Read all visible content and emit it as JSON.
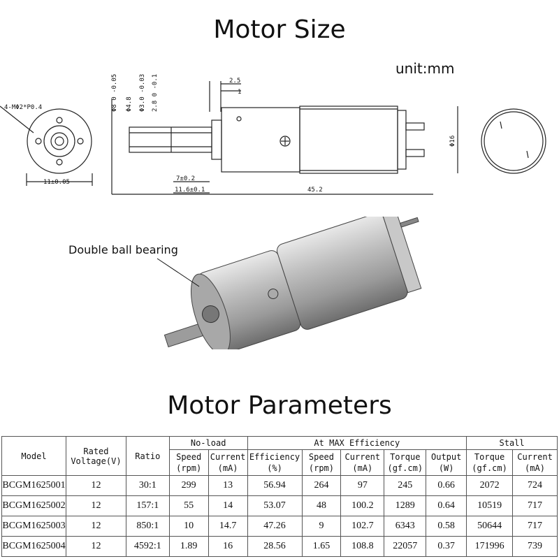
{
  "titles": {
    "size": "Motor Size",
    "params": "Motor Parameters",
    "unit": "unit:mm"
  },
  "drawing": {
    "end_label": "4-MΦ2*P0.4",
    "end_width": "11±0.05",
    "dia_8": "Φ8 0 -0.05",
    "dia_4_8": "Φ4.8",
    "dia_3": "Φ3.0 -0.03",
    "dia_2_8": "2.8 0 -0.1",
    "dim_2_5": "2.5",
    "dim_1": "1",
    "dim_7": "7±0.2",
    "dim_11_6": "11.6±0.1",
    "dim_45_2": "45.2",
    "dia_16": "Φ16"
  },
  "photo": {
    "bearing_label": "Double ball bearing"
  },
  "table": {
    "headers": {
      "model": "Model",
      "rated_voltage_1": "Rated",
      "rated_voltage_2": "Voltage(V)",
      "ratio": "Ratio",
      "no_load": "No-load",
      "max_eff": "At MAX Efficiency",
      "stall": "Stall",
      "nl_speed": "Speed",
      "nl_speed_u": "(rpm)",
      "nl_current": "Current",
      "nl_current_u": "(mA)",
      "me_eff": "Efficiency",
      "me_eff_u": "(%)",
      "me_speed": "Speed",
      "me_speed_u": "(rpm)",
      "me_current": "Current",
      "me_current_u": "(mA)",
      "me_torque": "Torque",
      "me_torque_u": "(gf.cm)",
      "me_output": "Output",
      "me_output_u": "(W)",
      "st_torque": "Torque",
      "st_torque_u": "(gf.cm)",
      "st_current": "Current",
      "st_current_u": "(mA)"
    },
    "rows": [
      [
        "BCGM1625001",
        "12",
        "30:1",
        "299",
        "13",
        "56.94",
        "264",
        "97",
        "245",
        "0.66",
        "2072",
        "724"
      ],
      [
        "BCGM1625002",
        "12",
        "157:1",
        "55",
        "14",
        "53.07",
        "48",
        "100.2",
        "1289",
        "0.64",
        "10519",
        "717"
      ],
      [
        "BCGM1625003",
        "12",
        "850:1",
        "10",
        "14.7",
        "47.26",
        "9",
        "102.7",
        "6343",
        "0.58",
        "50644",
        "717"
      ],
      [
        "BCGM1625004",
        "12",
        "4592:1",
        "1.89",
        "16",
        "28.56",
        "1.65",
        "108.8",
        "22057",
        "0.37",
        "171996",
        "739"
      ]
    ]
  }
}
